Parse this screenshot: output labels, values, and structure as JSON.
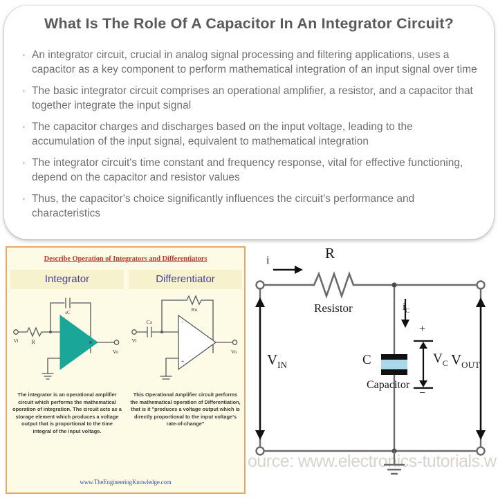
{
  "page": {
    "title": "What Is The Role Of A Capacitor In An Integrator Circuit?"
  },
  "bullets": [
    {
      "marker": "·",
      "text": "An integrator circuit, crucial in analog signal processing and filtering applications, uses a capacitor as a key component to perform mathematical integration of an input signal over time"
    },
    {
      "marker": "·",
      "text": "The basic integrator circuit comprises an operational amplifier, a resistor, and a capacitor that together integrate the input signal"
    },
    {
      "marker": "·",
      "text": "The capacitor charges and discharges based on the input voltage, leading to the accumulation of the input signal, equivalent to mathematical integration"
    },
    {
      "marker": "·",
      "text": "The integrator circuit's time constant and frequency response, vital for effective functioning, depend on the capacitor and resistor values"
    },
    {
      "marker": "·",
      "text": "Thus, the capacitor's choice significantly influences the circuit's performance and characteristics"
    }
  ],
  "left_figure": {
    "title": "Describe Operation of Integrators and Differentiators",
    "url": "www.TheEngineeringKnowledge.com",
    "border_color": "#e8a866",
    "background_color": "#fdfae6",
    "header_background": "#f5f2cd",
    "header_text_color": "#4b3f9e",
    "title_color": "#c0392b",
    "opamp_fill_integrator": "#1aa699",
    "opamp_fill_differentiator": "#ffffff",
    "panels": [
      {
        "header": "Integrator",
        "input_label": "Vi",
        "output_label": "Vo",
        "series_component_label": "R",
        "feedback_component_label": "sC",
        "caption": "The integrator is an operational amplifier circuit which performs the mathematical operation of integration. The circuit acts as a storage element which produces a voltage output that is proportional to the time integral of the input voltage."
      },
      {
        "header": "Differentiator",
        "input_label": "Vi",
        "output_label": "Vo",
        "series_component_label": "Cx",
        "feedback_component_label": "Ro",
        "caption": "This Operational Amplifier circuit performs the mathematical operation of Differentiation, that is it \"produces a voltage output which is directly proportional to the input voltage's rate-of-change\""
      }
    ]
  },
  "right_figure": {
    "watermark": "ource: www.electronics-tutorials.w",
    "capacitor_fill": "#a8d8ea",
    "labels": {
      "current": "i",
      "resistor_symbol": "R",
      "resistor_name": "Resistor",
      "capacitor_symbol": "C",
      "capacitor_name": "Capacitor",
      "capacitor_current": "i",
      "capacitor_current_sub": "C",
      "capacitor_voltage": "V",
      "capacitor_voltage_sub": "C",
      "input_voltage": "V",
      "input_voltage_sub": "IN",
      "output_voltage": "V",
      "output_voltage_sub": "OUT",
      "plus_sign": "+",
      "minus_sign": "−"
    }
  }
}
